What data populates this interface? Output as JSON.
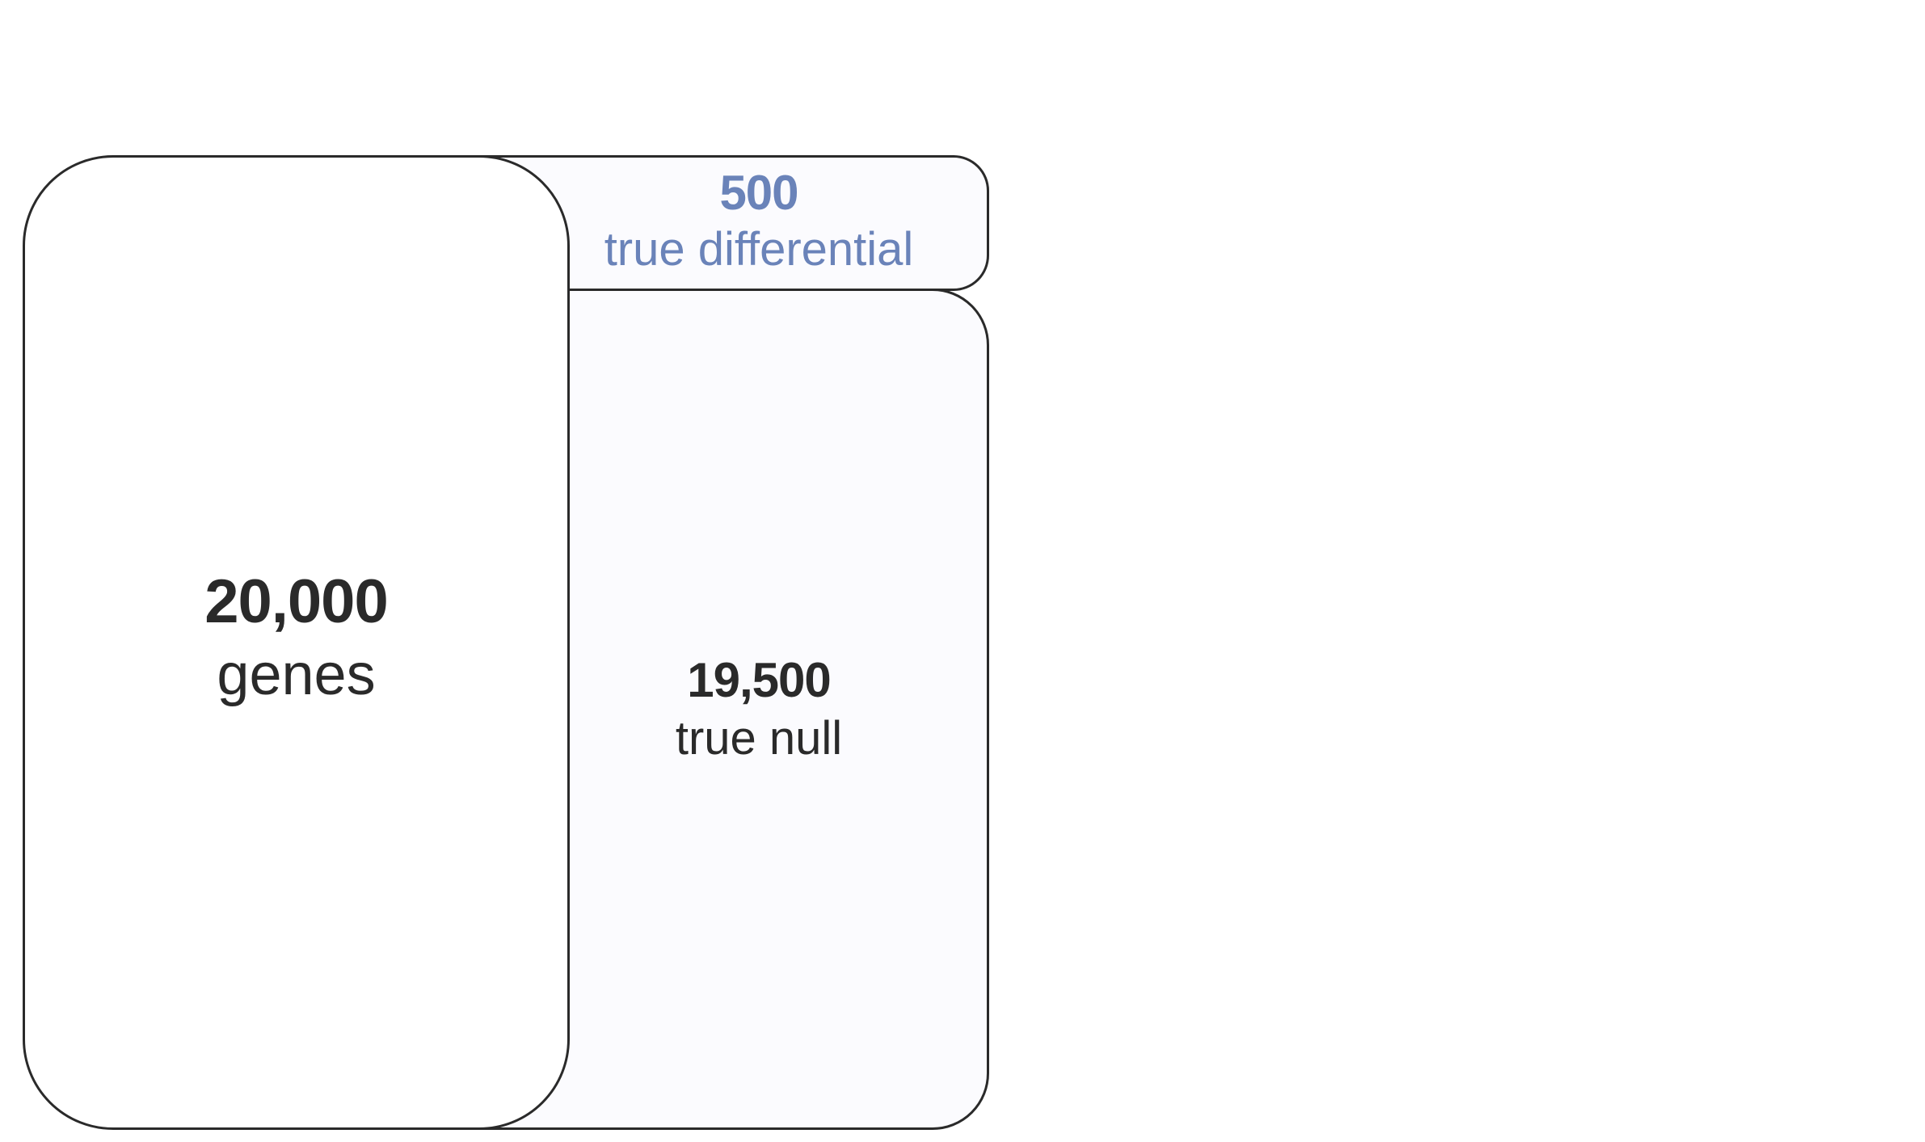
{
  "diagram": {
    "genes": {
      "value": "20,000",
      "label": "genes"
    },
    "true_differential": {
      "value": "500",
      "label": "true differential"
    },
    "true_null": {
      "value": "19,500",
      "label": "true null"
    }
  },
  "colors": {
    "text": "#2a2a2a",
    "accent": "#6a83b9",
    "stroke": "#2a2a2a",
    "box_fill": "#fbfbfe"
  }
}
